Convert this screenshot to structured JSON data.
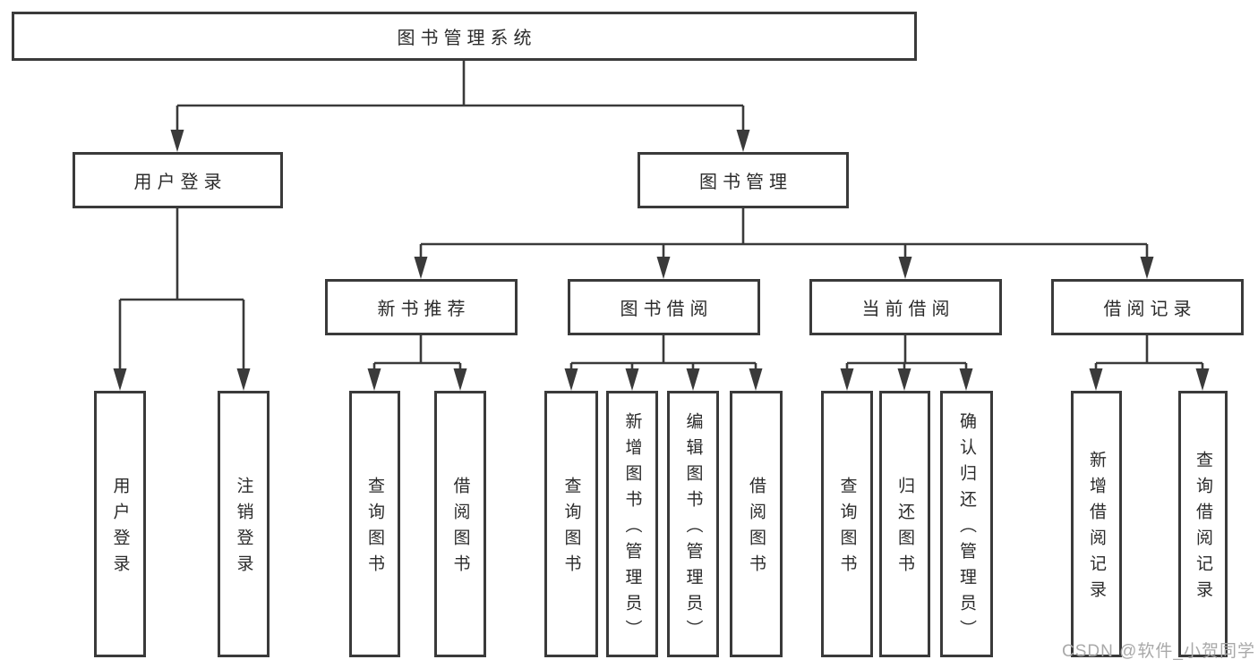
{
  "diagram": {
    "type": "tree",
    "tree": {
      "label": "图书管理系统",
      "children": [
        {
          "label": "用户登录",
          "children": [
            {
              "label": "用户登录"
            },
            {
              "label": "注销登录"
            }
          ]
        },
        {
          "label": "图书管理",
          "children": [
            {
              "label": "新书推荐",
              "children": [
                {
                  "label": "查询图书"
                },
                {
                  "label": "借阅图书"
                }
              ]
            },
            {
              "label": "图书借阅",
              "children": [
                {
                  "label": "查询图书"
                },
                {
                  "label": "新增图书（管理员）"
                },
                {
                  "label": "编辑图书（管理员）"
                },
                {
                  "label": "借阅图书"
                }
              ]
            },
            {
              "label": "当前借阅",
              "children": [
                {
                  "label": "查询图书"
                },
                {
                  "label": "归还图书"
                },
                {
                  "label": "确认归还（管理员）"
                }
              ]
            },
            {
              "label": "借阅记录",
              "children": [
                {
                  "label": "新增借阅记录"
                },
                {
                  "label": "查询借阅记录"
                }
              ]
            }
          ]
        }
      ]
    }
  },
  "watermark": {
    "text": "CSDN @软件_小贺同学"
  },
  "colors": {
    "line": "#3a3a3a",
    "box_border": "#3a3a3a",
    "box_fill": "#ffffff",
    "text": "#2b2b2b",
    "watermark": "#a9a9a9",
    "background": "#ffffff"
  }
}
